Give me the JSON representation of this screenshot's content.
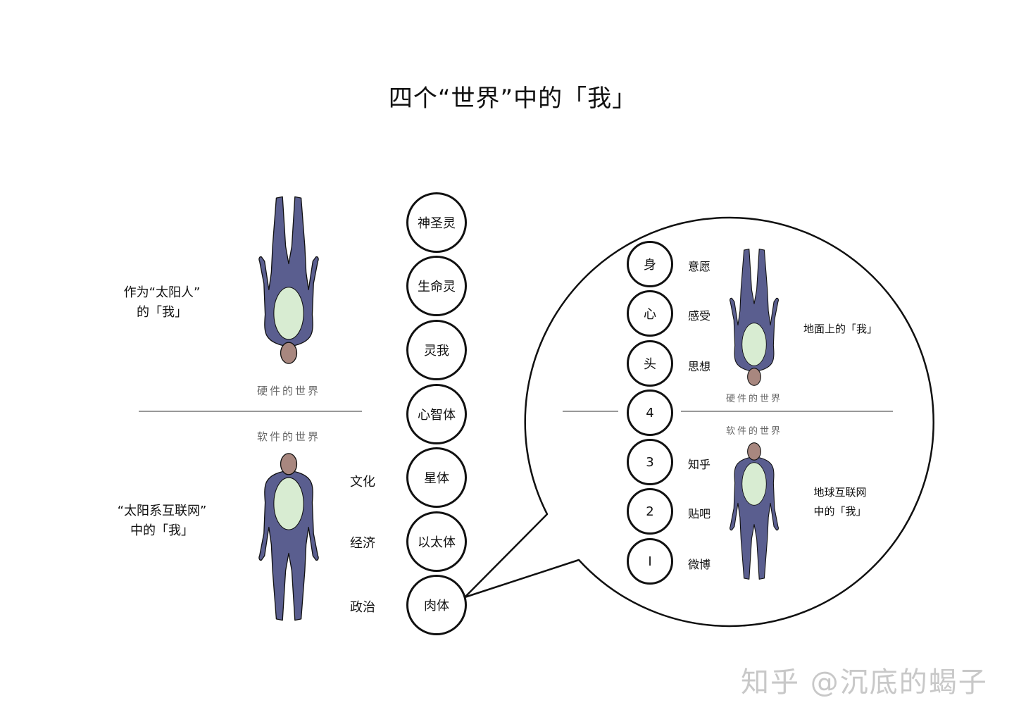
{
  "title": "四个“世界”中的「我」",
  "left": {
    "solar_person_label": [
      "作为“太阳人”",
      "的「我」"
    ],
    "solar_internet_label": [
      "“太阳系互联网”",
      "中的「我」"
    ],
    "hardware_world": "硬件的世界",
    "software_world": "软件的世界",
    "side_labels": [
      "文化",
      "经济",
      "政治"
    ]
  },
  "center_column": [
    "神圣灵",
    "生命灵",
    "灵我",
    "心智体",
    "星体",
    "以太体",
    "肉体"
  ],
  "bubble": {
    "circles": [
      "身",
      "心",
      "头",
      "4",
      "3",
      "2",
      "I"
    ],
    "circle_labels": [
      "意愿",
      "感受",
      "思想",
      "",
      "知乎",
      "贴吧",
      "微博"
    ],
    "hardware_world": "硬件的世界",
    "software_world": "软件的世界",
    "ground_person_label": "地面上的「我」",
    "earth_internet_label": [
      "地球互联网",
      "中的「我」"
    ]
  },
  "watermark": "知乎 @沉底的蝎子",
  "colors": {
    "body_fill": "#5a5e8f",
    "torso_fill": "#d8ecd2",
    "head_fill": "#a8877f",
    "outline": "#111111"
  }
}
